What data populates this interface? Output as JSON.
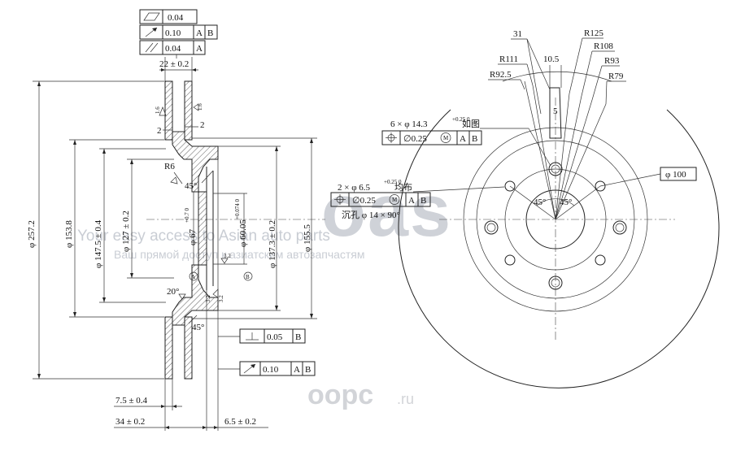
{
  "watermark": {
    "logo": "oas",
    "line_en": "Your easy access to Asian auto parts",
    "line_ru": "Ваш прямой доступ к азиатским автозапчастям",
    "brand": "oopc",
    "brand_tld": ".ru"
  },
  "section_view": {
    "tolerances": [
      {
        "symbol": "flatness-icon",
        "value": "0.04",
        "datums": []
      },
      {
        "symbol": "runout-icon",
        "value": "0.10",
        "datums": [
          "A",
          "B"
        ]
      },
      {
        "symbol": "parallelism-icon",
        "value": "0.04",
        "datums": [
          "A"
        ]
      }
    ],
    "dims": {
      "width_top": "22 ± 0.2",
      "d_outer": "φ 257.2",
      "d_1538": "φ 153.8",
      "d_1475": "φ 147.5 ± 0.4",
      "d_127": "φ 127 ± 0.2",
      "d_67": "φ 67",
      "d_67_tol": "+0.7 0",
      "d_6005": "φ 60.05",
      "d_6005_tol": "+0.074 0",
      "d_137": "φ 137.3 ± 0.2",
      "d_155": "φ 155.5",
      "gap_left": "2",
      "gap_right": "2",
      "radius": "R6",
      "chamfer_top": "45°",
      "chamfer_bottom": "45°",
      "angle_20": "20°",
      "rough_1": "1.6",
      "rough_2": "1.6",
      "rough_3": "3.2",
      "rough_4": "3.2",
      "rough_5": "3.2",
      "datum_a": "A",
      "datum_b": "B",
      "dim_75": "7.5 ± 0.4",
      "dim_34": "34 ± 0.2",
      "dim_65": "6.5 ± 0.2"
    },
    "bottom_tolerances": [
      {
        "symbol": "perpendicularity-icon",
        "value": "0.05",
        "datums": [
          "B"
        ]
      },
      {
        "symbol": "runout-icon",
        "value": "0.10",
        "datums": [
          "A",
          "B"
        ]
      }
    ]
  },
  "face_view": {
    "radii": [
      "R125",
      "R108",
      "R93",
      "R79",
      "R111",
      "R92.5"
    ],
    "slot_width": "10.5",
    "slot_count": "31",
    "slot_depth": "5",
    "holes_note": "6 × φ 14.3",
    "holes_tol": "+0.25 0",
    "holes_suffix": "如图",
    "holes_frame": {
      "value": "∅0.25",
      "mod": "M",
      "datums": [
        "A",
        "B"
      ]
    },
    "small_holes_note": "2 × φ 6.5",
    "small_holes_tol": "+0.25 0",
    "small_holes_suffix": "均布",
    "small_frame": {
      "value": "∅0.25",
      "mod": "M",
      "datums": [
        "A",
        "B"
      ]
    },
    "countersink": "沉孔 φ 14 × 90°",
    "angle_left": "45°",
    "angle_right": "45°",
    "pcd": "φ 100"
  }
}
